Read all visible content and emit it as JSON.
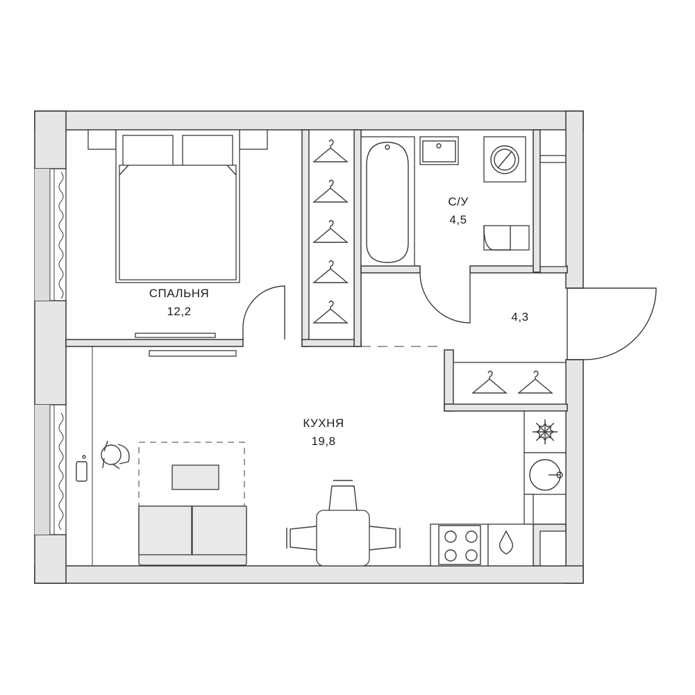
{
  "plan": {
    "rooms": [
      {
        "id": "bedroom",
        "name": "СПАЛЬНЯ",
        "area": "12,2"
      },
      {
        "id": "bathroom",
        "name": "С/У",
        "area": "4,5"
      },
      {
        "id": "hall",
        "name": "",
        "area": "4,3"
      },
      {
        "id": "kitchen",
        "name": "КУХНЯ",
        "area": "19,8"
      }
    ]
  }
}
